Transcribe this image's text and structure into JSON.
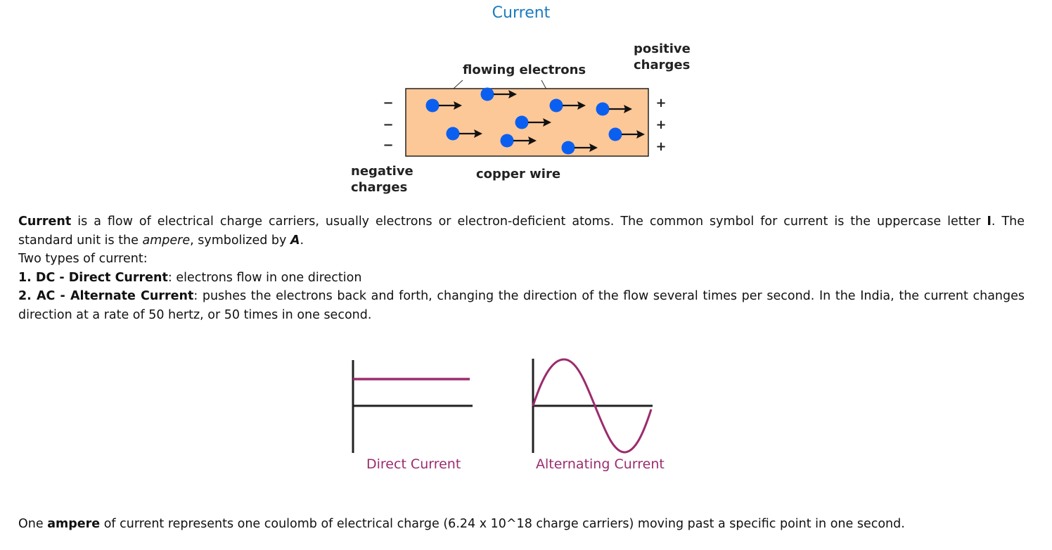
{
  "page_title": "Current",
  "wire_figure": {
    "flowing_label": "flowing electrons",
    "positive_label_1": "positive",
    "positive_label_2": "charges",
    "negative_label_1": "negative",
    "negative_label_2": "charges",
    "wire_label": "copper wire",
    "minus_sign": "−",
    "plus_sign": "+",
    "colors": {
      "wire_fill": "#fcc898",
      "electron": "#0b5ff0"
    }
  },
  "intro": {
    "s1_bold": "Current",
    "s1_rest": " is a flow of electrical charge carriers, usually electrons or electron-deficient atoms. The common symbol for current is the uppercase letter ",
    "symbol": "I",
    "s2": ". The standard unit is the ",
    "unit_name": "ampere",
    "s3": ", symbolized by ",
    "unit_symbol": "A",
    "s4": ".",
    "types_heading": "Two types of current:",
    "dc_bold": "1. DC - Direct Current",
    "dc_rest": ": electrons flow in one direction",
    "ac_bold": "2. AC - Alternate Current",
    "ac_rest": ": pushes the electrons back and forth, changing the direction of the flow several times per second. In the India, the current changes direction at a rate of 50 hertz, or 50 times in one second."
  },
  "current_figure": {
    "dc_caption": "Direct Current",
    "ac_caption": "Alternating Current",
    "colors": {
      "curve": "#9b2c6d",
      "axis": "#222222"
    }
  },
  "closing": {
    "pre": "One ",
    "bold": "ampere",
    "rest": " of current represents one coulomb of electrical charge (6.24 x 10^18 charge carriers) moving past a specific point in one second."
  }
}
